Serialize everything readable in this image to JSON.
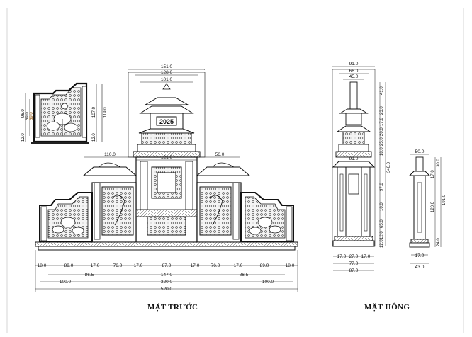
{
  "titles": {
    "front": "MẶT TRƯỚC",
    "side": "MẶT HÔNG",
    "year": "2025"
  },
  "dimensions": {
    "front_top": [
      "151.0",
      "128.0",
      "101.0"
    ],
    "front_middle": [
      "110.0",
      "121.0",
      "56.0"
    ],
    "front_bottom_row": [
      "18.0",
      "89.0",
      "17.0",
      "76.0",
      "17.0",
      "87.0",
      "17.0",
      "76.0",
      "17.0",
      "89.0",
      "18.0"
    ],
    "front_bottom_row2": [
      "86.5",
      "147.0",
      "86.5"
    ],
    "front_totals": [
      "100.0",
      "320.0",
      "100.0",
      "520.0"
    ],
    "detail_left": [
      "96.0",
      "69.0",
      "59.0",
      "12.0"
    ],
    "detail_right": [
      "107.0",
      "119.0",
      "12.0"
    ],
    "side_top": [
      "91.0",
      "66.0",
      "45.0"
    ],
    "side_vertical": [
      "41.0",
      "23.0",
      "17.6",
      "20.0",
      "25.0",
      "18.0",
      "340.0",
      "97.0",
      "10.0",
      "65.0",
      "12.0",
      "12.0"
    ],
    "side_bottom": [
      "17.0",
      "27.0",
      "17.0",
      "77.0",
      "87.0"
    ],
    "side_inner": [
      "91.0"
    ],
    "post_top": [
      "50.0"
    ],
    "post_vertical": [
      "30.0",
      "17.0",
      "191.0",
      "120.0",
      "24.0"
    ],
    "post_bottom": [
      "17.0",
      "43.0"
    ]
  }
}
